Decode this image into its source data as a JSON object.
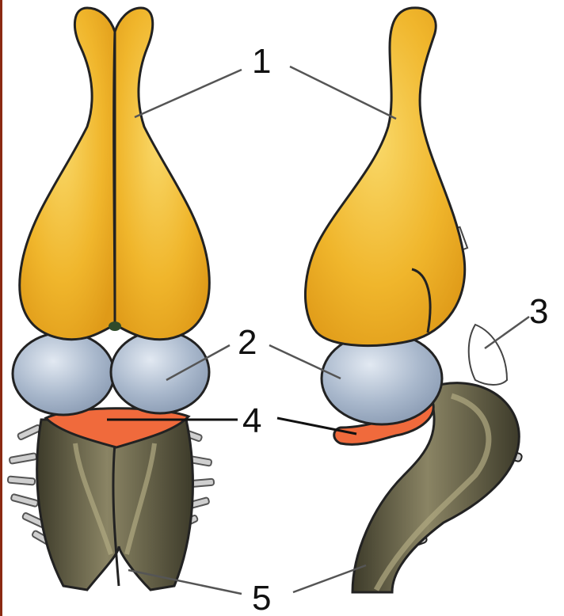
{
  "labels": {
    "l1": "1",
    "l2": "2",
    "l3": "3",
    "l4": "4",
    "l5": "5"
  },
  "colors": {
    "forebrain": "#f0b62c",
    "forebrain_highlight": "#f8d05a",
    "forebrain_outline": "#3a2a10",
    "optic_lobe": "#a9b8cc",
    "optic_lobe_highlight": "#dbe4ee",
    "cerebellum": "#f06a3c",
    "medulla": "#5b5840",
    "medulla_highlight": "#8a8464",
    "pituitary": "#ffffff",
    "nerve": "#c9c9c9",
    "edge": "#8b2a12"
  }
}
